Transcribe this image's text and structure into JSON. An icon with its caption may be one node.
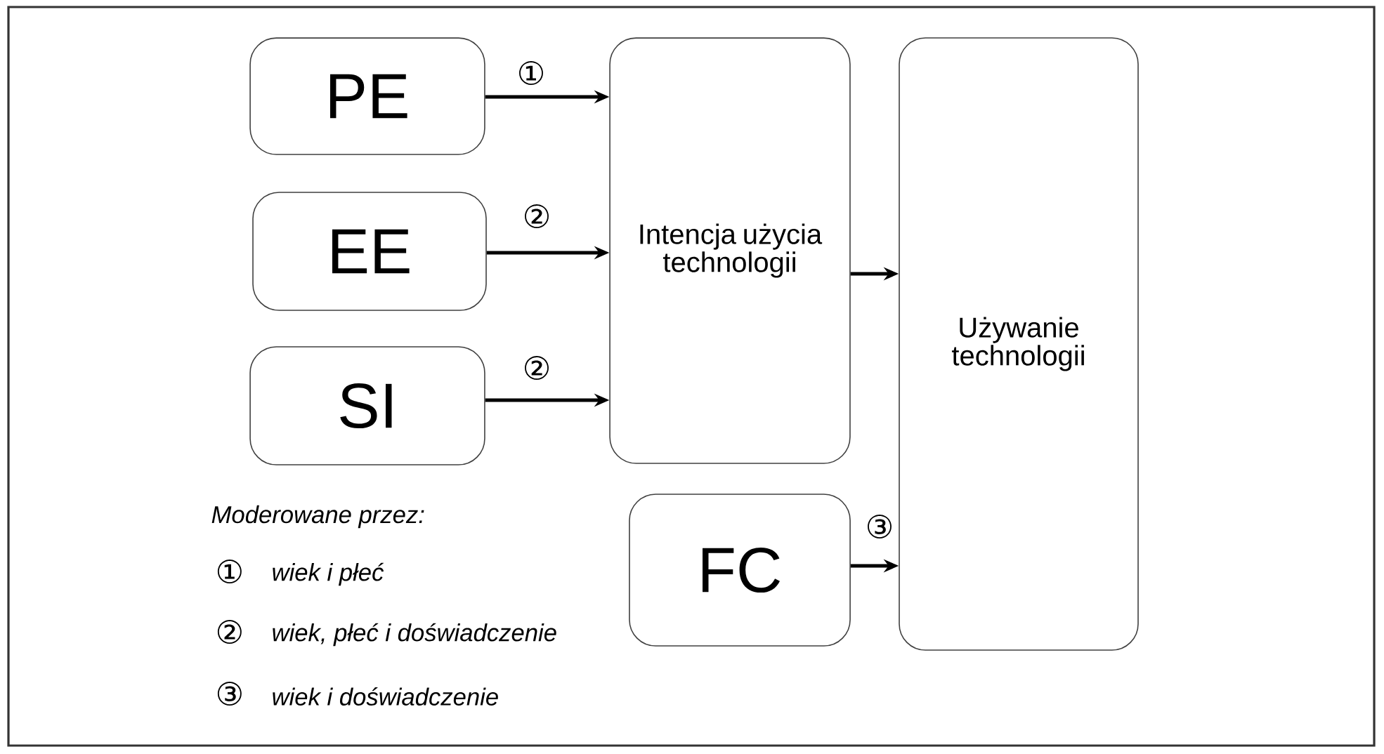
{
  "diagram": {
    "nodes": [
      {
        "text": [
          "PE"
        ]
      },
      {
        "text": [
          "EE"
        ]
      },
      {
        "text": [
          "SI"
        ]
      },
      {
        "text": [
          "Intencja użycia technologii"
        ]
      },
      {
        "text": [
          "Używanie technologii"
        ]
      },
      {
        "text": [
          "FC"
        ]
      }
    ],
    "edges": [
      {
        "from": 0,
        "to": 3,
        "arrow": "to",
        "label": "①"
      },
      {
        "from": 1,
        "to": 3,
        "arrow": "to",
        "label": "②"
      },
      {
        "from": 2,
        "to": 3,
        "arrow": "to",
        "label": "②"
      },
      {
        "from": 3,
        "to": 4,
        "arrow": "to"
      },
      {
        "from": 5,
        "to": 4,
        "arrow": "to",
        "label": "③"
      }
    ],
    "labels": [
      "Moderowane przez:",
      "①",
      "wiek i płeć",
      "②",
      "wiek, płeć i doświadczenie",
      "③",
      "wiek i doświadczenie"
    ]
  }
}
